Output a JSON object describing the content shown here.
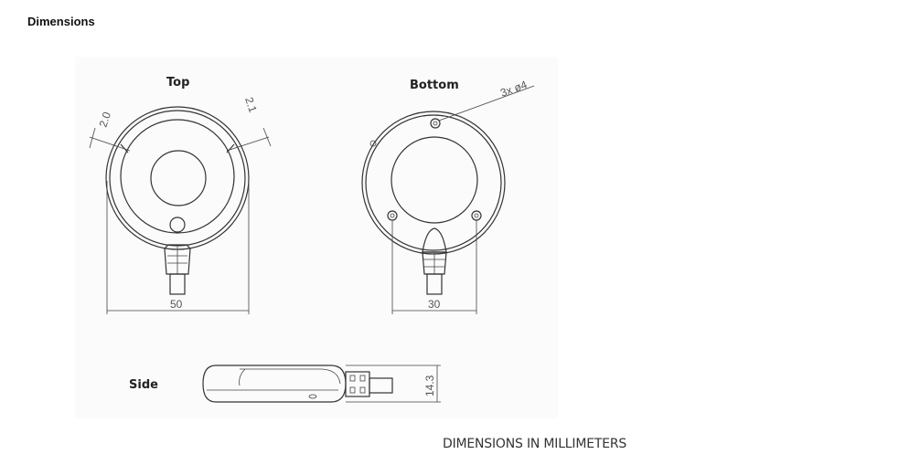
{
  "page_title": "Dimensions",
  "views": {
    "top": "Top",
    "bottom": "Bottom",
    "side": "Side"
  },
  "dimensions": {
    "top_left_slot": "2.0",
    "top_right_slot": "2.1",
    "top_diameter": "50",
    "bottom_holes": "3x ø4",
    "bottom_hole_spacing": "30",
    "side_height": "14.3"
  },
  "footer_note": "DIMENSIONS IN MILLIMETERS"
}
